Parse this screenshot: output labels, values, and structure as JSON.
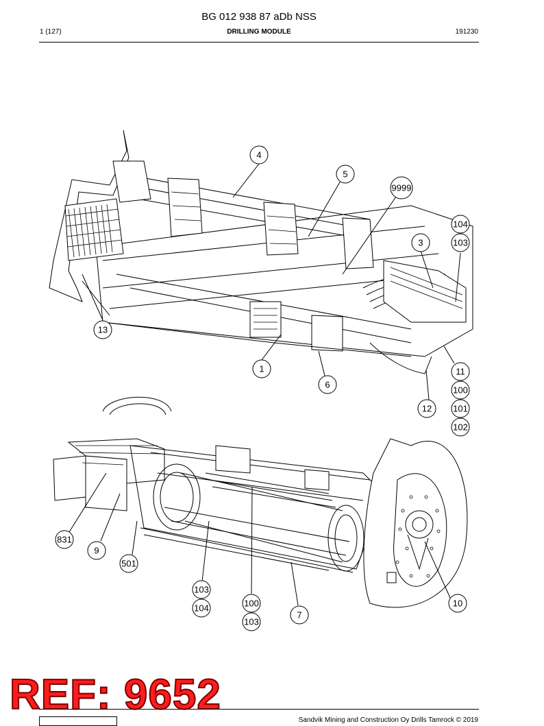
{
  "header": {
    "doc_id": "BG 012 938 87 aDb NSS",
    "page": "1 (127)",
    "title": "DRILLING MODULE",
    "date_code": "191230"
  },
  "callouts": {
    "upper": [
      "4",
      "5",
      "9999",
      "104",
      "103",
      "3",
      "13",
      "1",
      "6",
      "11",
      "100",
      "12",
      "101",
      "102"
    ],
    "lower": [
      "831",
      "9",
      "501",
      "103",
      "104",
      "100",
      "103",
      "7",
      "10"
    ]
  },
  "stamp": {
    "text": "REF: 9652"
  },
  "footer": {
    "copyright": "Sandvik Mining and Construction Oy Drills Tamrock © 2019"
  }
}
